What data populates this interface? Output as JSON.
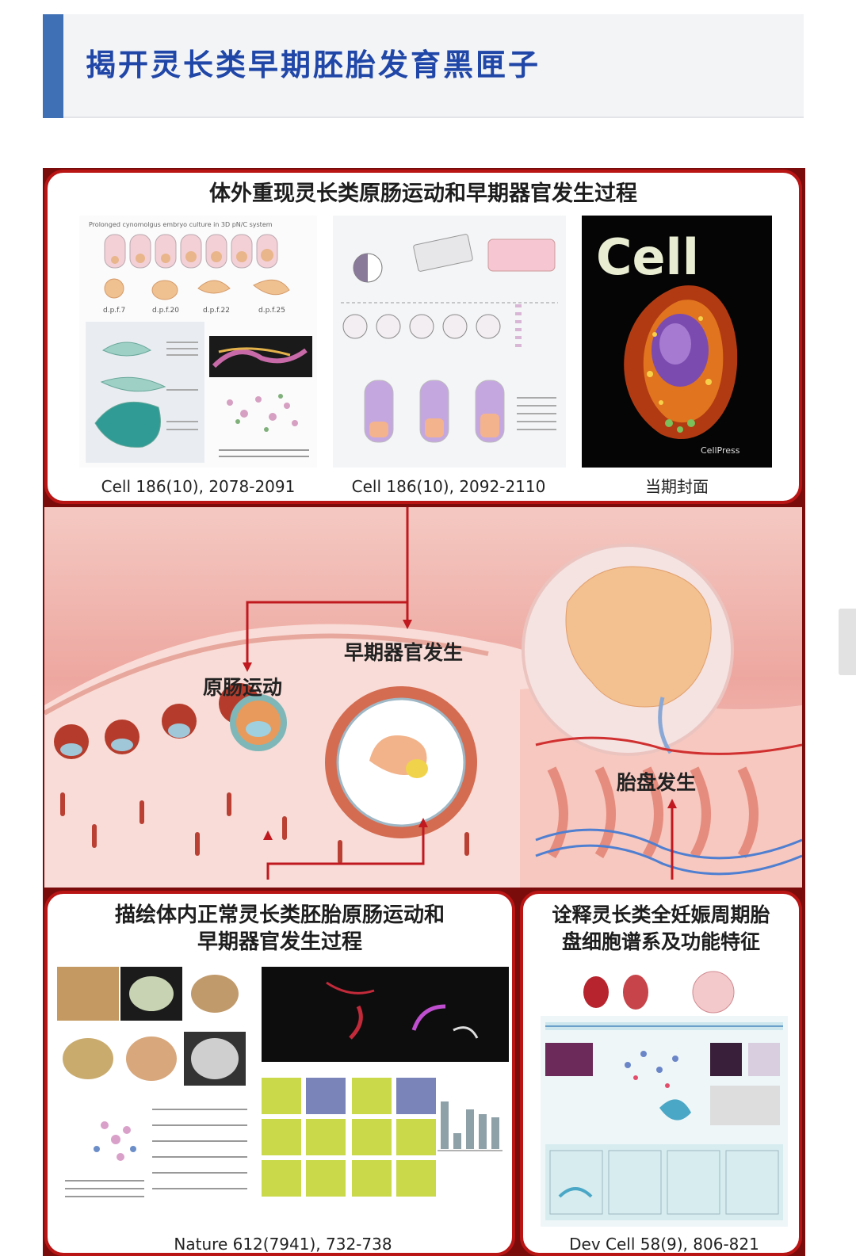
{
  "header": {
    "title": "揭开灵长类早期胚胎发育黑匣子"
  },
  "figure": {
    "top_panel": {
      "title": "体外重现灵长类原肠运动和早期器官发生过程",
      "image1": {
        "caption_text": "Prolonged cynomolgus embryo culture in 3D pN/C system",
        "stage_labels": [
          "d.p.f.7",
          "d.p.f.20",
          "d.p.f.22",
          "d.p.f.25"
        ],
        "citation": "Cell 186(10), 2078-2091"
      },
      "image2": {
        "citation": "Cell 186(10), 2092-2110"
      },
      "cover": {
        "journal": "Cell",
        "publisher": "CellPress",
        "caption": "当期封面"
      }
    },
    "scene": {
      "labels": {
        "gastrulation": "原肠运动",
        "organogenesis": "早期器官发生",
        "placenta": "胎盘发生"
      }
    },
    "bottom_left_panel": {
      "title_line1": "描绘体内正常灵长类胚胎原肠运动和",
      "title_line2": "早期器官发生过程",
      "citation": "Nature 612(7941), 732-738"
    },
    "bottom_right_panel": {
      "title_line1": "诠释灵长类全妊娠周期胎",
      "title_line2": "盘细胞谱系及功能特征",
      "citation": "Dev Cell 58(9), 806-821"
    }
  },
  "colors": {
    "accent_blue": "#2047a8",
    "frame_red": "#b91515",
    "dark_red": "#7a0c0c"
  }
}
